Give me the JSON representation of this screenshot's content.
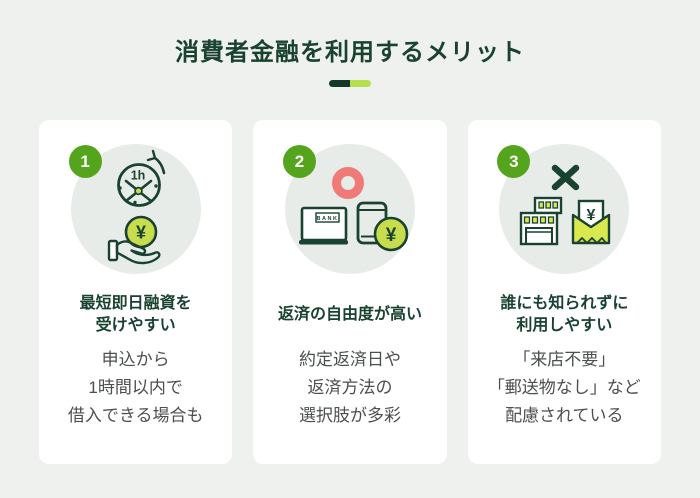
{
  "page": {
    "title": "消費者金融を利用するメリット"
  },
  "colors": {
    "background": "#eff1ef",
    "card_background": "#ffffff",
    "icon_circle": "#e8ece9",
    "ink_green": "#1a4230",
    "badge_green": "#55a41d",
    "coin_yellow_green": "#c8dd4d",
    "window_yellow_green": "#d9e84e",
    "divider_dark_green": "#16382a",
    "divider_light_green": "#b6df4d",
    "ring_red": "#f07a78",
    "body_text_gray": "#4b504d"
  },
  "icons": {
    "clock_label": "1h",
    "yen_symbol": "¥",
    "bank_label": "BANK"
  },
  "cards": [
    {
      "number": "1",
      "title": "最短即日融資を\n受けやすい",
      "body": "申込から\n1時間以内で\n借入できる場合も",
      "icon_names": [
        "number-1-badge",
        "clock-1h-icon",
        "hand-coin-icon"
      ]
    },
    {
      "number": "2",
      "title": "返済の自由度が高い",
      "body": "約定返済日や\n返済方法の\n選択肢が多彩",
      "icon_names": [
        "number-2-badge",
        "ok-ring-icon",
        "bank-atm-icon",
        "smartphone-coin-icon"
      ]
    },
    {
      "number": "3",
      "title": "誰にも知られずに\n利用しやすい",
      "body": "「来店不要」\n「郵送物なし」など\n配慮されている",
      "icon_names": [
        "number-3-badge",
        "cross-icon",
        "building-icon",
        "envelope-money-icon"
      ]
    }
  ]
}
